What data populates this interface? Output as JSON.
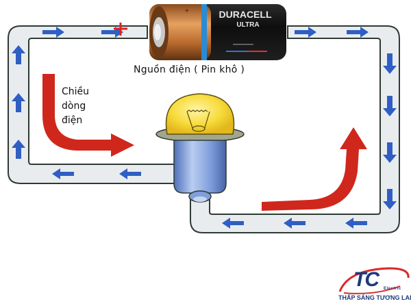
{
  "title": "Chiều dòng điện trong mạch điện",
  "battery": {
    "brand": "DURACELL",
    "model": "ULTRA",
    "plus_sign": "+",
    "caption": "Nguồn điện ( Pin khô )"
  },
  "current_direction_label": {
    "lines": [
      "Chiều",
      "dòng",
      "điện"
    ]
  },
  "components": [
    "battery",
    "wire",
    "light-bulb"
  ],
  "colors": {
    "wire_fill": "#e9ecef",
    "wire_outline": "#2e3a33",
    "electron_arrow": "#2f5fc4",
    "current_arrow": "#d0271d",
    "bulb_glass": "#f7dc3c",
    "bulb_base": "#7f9fdb",
    "battery_copper": "#c77a3a",
    "battery_black": "#1a1a1a"
  },
  "logo": {
    "mark": "TC",
    "sub": "Electric",
    "tagline": "THẤP SÁNG TƯƠNG LAI"
  }
}
